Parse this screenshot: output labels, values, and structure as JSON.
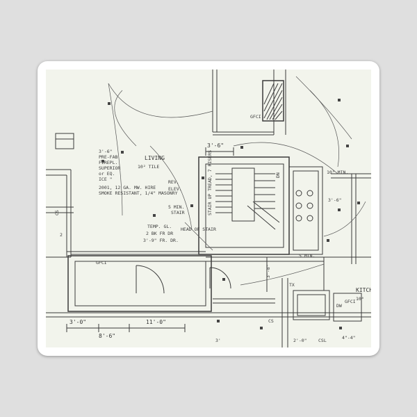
{
  "drawing": {
    "paper_color": "#f2f4ec",
    "ink_color": "#3a3a3a",
    "labels": {
      "living_room": "LIVING",
      "living_floor": "10² TILE",
      "kitchen": "KITCH",
      "kitchen_floor": "10⁰",
      "dim_3_6": "3'-6\"",
      "dim_3_0": "3'-0\"",
      "dim_8_6": "8'-6\"",
      "dim_11_0": "11'-0\"",
      "dim_3_8": "3'-8\"",
      "dim_10_min": "10\" MIN.",
      "dim_3_6_min": "3'-6\"",
      "fireplace_note_1": "3'-6\"",
      "fireplace_note_2": "PRE-FAB",
      "fireplace_note_3": "FIREPL.",
      "fireplace_note_4": "SUPERIOR",
      "fireplace_note_5": "or EQ.",
      "fireplace_note_6": "ICE \"",
      "fireplace_note_7": "2001, 12 GA. MW. HIRE",
      "fireplace_note_8": "SMOKE RESISTANT, 1/4\" MASONRY",
      "stair_note_1": "5 MIN.",
      "stair_note_2": "STAIR",
      "stair_note_3": "TEMP. GL.",
      "stair_note_4": "2 BK FR DR",
      "stair_note_5": "3'-9\" FR. DR.",
      "stair_note_6": "HEAD OF STAIR",
      "stair_note_7": "ELEV.",
      "stair_vertical": "STAIR UP TREAD, 7 RISERS",
      "rev": "REV.",
      "gfci": "GFCI",
      "gfci2": "GFCI",
      "gfci_wp": "GFCI",
      "dn": "DN",
      "cs": "CS",
      "cs2": "CS",
      "csl": "CSL",
      "tx": "TX",
      "dim_2_0": "2'-0\"",
      "dim_4_4": "4\"-4\"",
      "dim_3": "3'",
      "dw": "DW",
      "dim_2": "2",
      "min_5": "5 MIN."
    }
  }
}
